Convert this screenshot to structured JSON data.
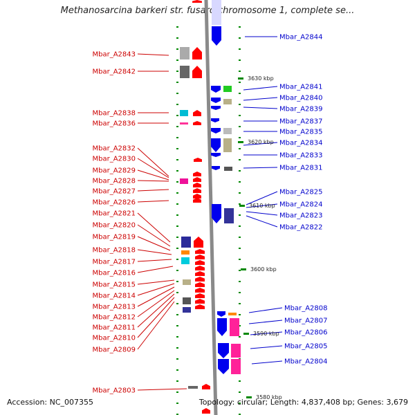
{
  "title": "Methanosarcina barkeri str. fusaro chromosome 1, complete se...",
  "footer": {
    "accession": "Accession: NC_007355",
    "summary": "Topology: circular; Length: 4,837,408 bp; Genes: 3,679"
  },
  "colors": {
    "reverse_label": "#cc0000",
    "forward_label": "#0000cc",
    "backbone": "#8a8a8a",
    "tick": "#008800"
  },
  "kbp_marks": [
    "3630 kbp",
    "3620 kbp",
    "3610 kbp",
    "3600 kbp",
    "3590 kbp",
    "3580 kbp"
  ],
  "reverse_genes": [
    "Mbar_A2843",
    "Mbar_A2842",
    "Mbar_A2838",
    "Mbar_A2836",
    "Mbar_A2832",
    "Mbar_A2830",
    "Mbar_A2829",
    "Mbar_A2828",
    "Mbar_A2827",
    "Mbar_A2826",
    "Mbar_A2821",
    "Mbar_A2820",
    "Mbar_A2819",
    "Mbar_A2818",
    "Mbar_A2817",
    "Mbar_A2816",
    "Mbar_A2815",
    "Mbar_A2814",
    "Mbar_A2813",
    "Mbar_A2812",
    "Mbar_A2811",
    "Mbar_A2810",
    "Mbar_A2809",
    "Mbar_A2803"
  ],
  "forward_genes": [
    "Mbar_A2844",
    "Mbar_A2841",
    "Mbar_A2840",
    "Mbar_A2839",
    "Mbar_A2837",
    "Mbar_A2835",
    "Mbar_A2834",
    "Mbar_A2833",
    "Mbar_A2831",
    "Mbar_A2825",
    "Mbar_A2824",
    "Mbar_A2823",
    "Mbar_A2822",
    "Mbar_A2808",
    "Mbar_A2807",
    "Mbar_A2806",
    "Mbar_A2805",
    "Mbar_A2804"
  ]
}
